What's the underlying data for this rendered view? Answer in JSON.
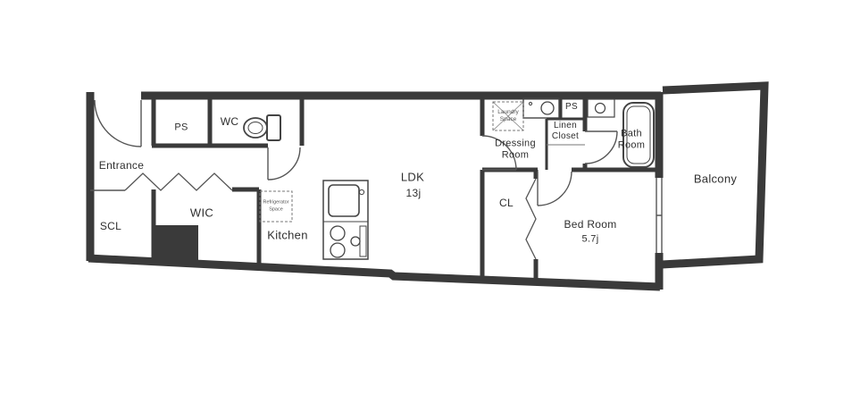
{
  "labels": {
    "entrance": "Entrance",
    "ps_left": "PS",
    "wc": "WC",
    "scl": "SCL",
    "wic": "WIC",
    "kitchen": "Kitchen",
    "ldk_name": "LDK",
    "ldk_size": "13j",
    "dressing_1": "Dressing",
    "dressing_2": "Room",
    "laundry_1": "Laundry",
    "laundry_2": "Space",
    "ps_right": "PS",
    "linen_1": "Linen",
    "linen_2": "Closet",
    "bath_1": "Bath",
    "bath_2": "Room",
    "cl": "CL",
    "bedroom_name": "Bed Room",
    "bedroom_size": "5.7j",
    "balcony": "Balcony",
    "fridge_1": "Refrigerator",
    "fridge_2": "Space"
  },
  "colors": {
    "wall": "#3a3a3a",
    "line": "#555555",
    "fixture": "#444444",
    "dashed": "#777777",
    "text": "#2f2f2f"
  }
}
